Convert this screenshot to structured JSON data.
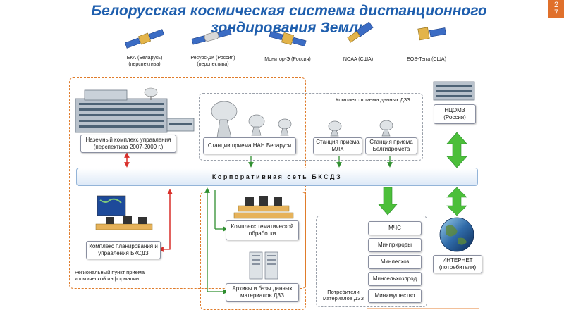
{
  "header": {
    "title": "Белорусская космическая система дистанционного зондирования Земли",
    "page_number_1": "2",
    "page_number_2": "7"
  },
  "satellites": [
    {
      "name": "БКА (Беларусь)",
      "note": "(перспектива)"
    },
    {
      "name": "Ресурс-ДК (Россия)",
      "note": "(перспектива)"
    },
    {
      "name": "Монитор-Э (Россия)",
      "note": ""
    },
    {
      "name": "NOAA (США)",
      "note": ""
    },
    {
      "name": "EOS-Terra (США)",
      "note": ""
    }
  ],
  "blocks": {
    "ground_control": "Наземный комплекс управления (перспектива 2007-2009 г.)",
    "nan_stations": "Станции приема НАН Беларуси",
    "reception_complex_label": "Комплекс приема данных ДЗЗ",
    "mlh_station": "Станция приема МЛХ",
    "belgidromet_station": "Станция приема Белгидромета",
    "ntsomz": "НЦОМЗ (Россия)",
    "network": "Корпоративная сеть БКСДЗ",
    "thematic_processing": "Комплекс тематической обработки",
    "planning": "Комплекс планирования и управления БКСДЗ",
    "archives": "Архивы и базы данных материалов ДЗЗ",
    "regional_point": "Региональный пункт приема космической информации",
    "consumers_label": "Потребители материалов ДЗЗ",
    "internet": "ИНТЕРНЕТ (потребители)"
  },
  "consumers": [
    "МЧС",
    "Минприроды",
    "Минлесхоз",
    "Минсельхозпрод",
    "Минимущество"
  ],
  "colors": {
    "title": "#1f5fae",
    "arrow_red": "#d9302b",
    "arrow_green": "#2f8f2f",
    "big_arrow_green": "#4cbf3a",
    "dashed_orange": "#e07c2b"
  }
}
